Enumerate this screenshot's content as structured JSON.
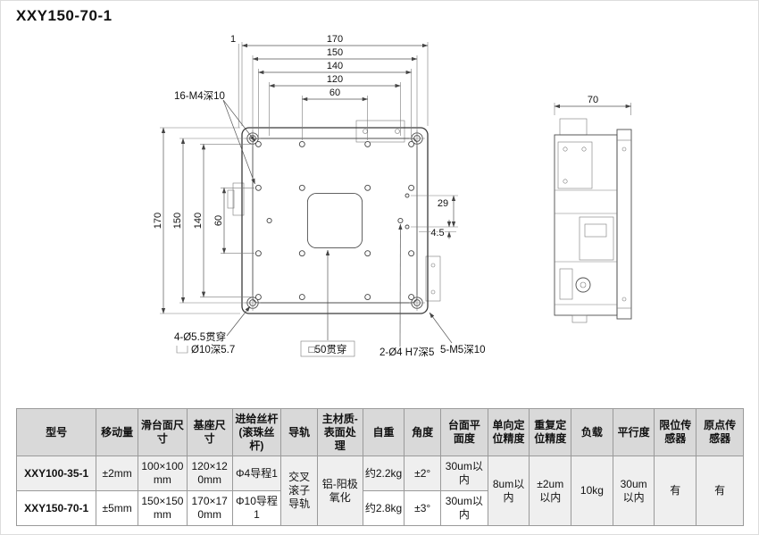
{
  "page": {
    "title": "XXY150-70-1"
  },
  "drawing": {
    "top_view": {
      "dims_top": {
        "left_gap": "1",
        "base": "170",
        "stage": "150",
        "hole_span": "140",
        "pin_span": "120",
        "inner_span": "60"
      },
      "dims_left": {
        "base": "170",
        "stage": "150",
        "hole_span": "140",
        "inner_span": "60"
      },
      "dims_right": {
        "upper": "29",
        "lower": "4.5"
      },
      "labels": {
        "tapped_holes": "16-M4深10",
        "through_holes": "4-Ø5.5贯穿",
        "counterbore": "Ø10深5.7",
        "center_cutout": "□50贯穿",
        "dowel_holes": "2-Ø4 H7深5",
        "side_tapped": "5-M5深10"
      }
    },
    "side_view": {
      "width": "70"
    }
  },
  "table": {
    "headers": [
      "型号",
      "移动量",
      "滑台面尺寸",
      "基座尺寸",
      "进给丝杆(滚珠丝杆)",
      "导轨",
      "主材质-表面处理",
      "自重",
      "角度",
      "台面平面度",
      "单向定位精度",
      "重复定位精度",
      "负载",
      "平行度",
      "限位传感器",
      "原点传感器"
    ],
    "rows": [
      {
        "model": "XXY100-35-1",
        "travel": "±2mm",
        "slide_size": "100×100mm",
        "base_size": "120×120mm",
        "screw": "Φ4导程1",
        "weight": "约2.2kg",
        "angle": "±2°",
        "flatness": "30um以内"
      },
      {
        "model": "XXY150-70-1",
        "travel": "±5mm",
        "slide_size": "150×150mm",
        "base_size": "170×170mm",
        "screw": "Φ10导程1",
        "weight": "约2.8kg",
        "angle": "±3°",
        "flatness": "30um以内"
      }
    ],
    "merged": {
      "guide": "交叉滚子导轨",
      "material": "铝-阳极氧化",
      "uni_accuracy": "8um以内",
      "repeatability": "±2um以内",
      "load": "10kg",
      "parallelism": "30um以内",
      "limit_sensor": "有",
      "origin_sensor": "有"
    }
  }
}
